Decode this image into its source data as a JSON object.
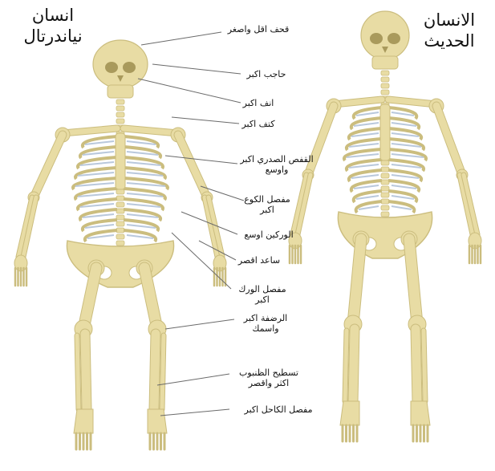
{
  "titles": {
    "neanderthal": [
      "انسان",
      "نياندرتال"
    ],
    "modern": [
      "الانسان",
      "الحديث"
    ]
  },
  "labels": [
    {
      "id": "skull",
      "lines": [
        "قحف اقل واصغر"
      ]
    },
    {
      "id": "brow",
      "lines": [
        "حاجب اكبر"
      ]
    },
    {
      "id": "nose",
      "lines": [
        "انف اكبر"
      ]
    },
    {
      "id": "shoulder",
      "lines": [
        "كتف اكبر"
      ]
    },
    {
      "id": "ribcage",
      "lines": [
        "القفص الصدري اكبر",
        "واوسع"
      ]
    },
    {
      "id": "elbow",
      "lines": [
        "مفصل الكوع",
        "اكبر"
      ]
    },
    {
      "id": "hips",
      "lines": [
        "الوركين اوسع"
      ]
    },
    {
      "id": "forearm",
      "lines": [
        "ساعد اقصر"
      ]
    },
    {
      "id": "hipjoint",
      "lines": [
        "مفصل الورك",
        "اكبر"
      ]
    },
    {
      "id": "kneecap",
      "lines": [
        "الرضفة اكبر",
        "واسمك"
      ]
    },
    {
      "id": "tibia",
      "lines": [
        "تسطيح الظنبوب",
        "اكثر واقصر"
      ]
    },
    {
      "id": "ankle",
      "lines": [
        "مفصل الكاحل اكبر"
      ]
    }
  ],
  "colors": {
    "bone": "#e8dca4",
    "bone_shade": "#cbbd7e",
    "bone_dark": "#a99a5c",
    "cartilage": "#b9c8dc",
    "leader_line": "#6a6a6a"
  }
}
